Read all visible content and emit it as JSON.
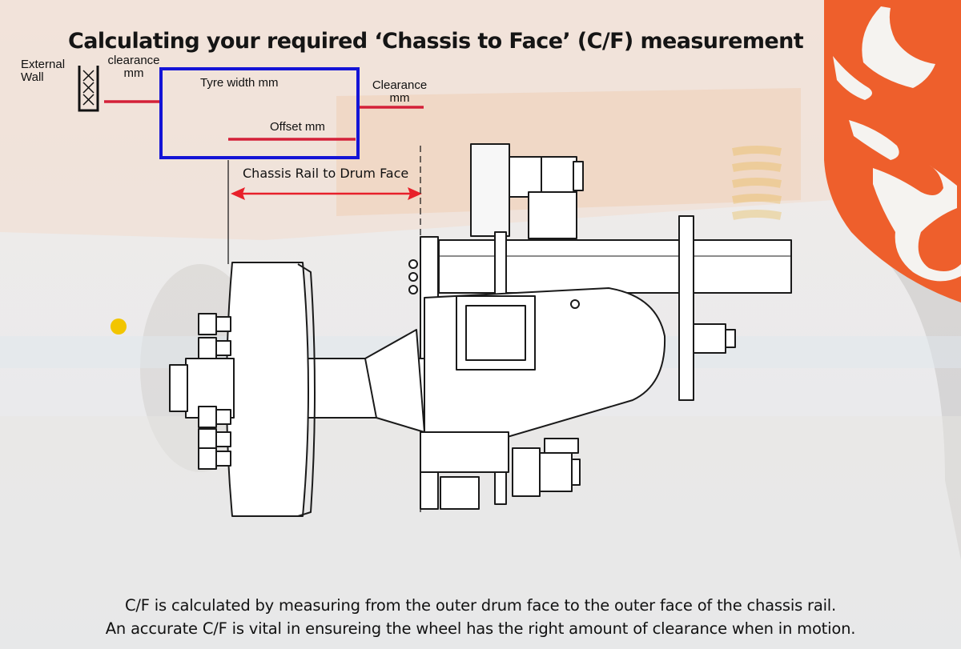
{
  "title": "Calculating your required ‘Chassis to Face’ (C/F) measurement",
  "labels": {
    "external_wall": [
      "External",
      "Wall"
    ],
    "clearance_left": [
      "clearance",
      "mm"
    ],
    "tyre_width": "Tyre width mm",
    "clearance_right": [
      "Clearance",
      "mm"
    ],
    "offset": "Offset mm",
    "chassis_rail_to_drum_face": "Chassis Rail to Drum Face"
  },
  "caption": [
    "C/F is calculated by measuring from the outer drum face to the outer face of the chassis rail.",
    "An accurate C/F is vital in ensureing the wheel has the right amount of clearance when in motion."
  ],
  "colors": {
    "brand_orange": "#EE5F2C",
    "box_blue": "#1414D6",
    "line_red": "#D42038",
    "arrow_red": "#E8202A",
    "marker_yellow": "#F2C500"
  },
  "icons": [
    "buck-logo-icon",
    "wall-hatch-icon",
    "marker-dot-icon"
  ]
}
